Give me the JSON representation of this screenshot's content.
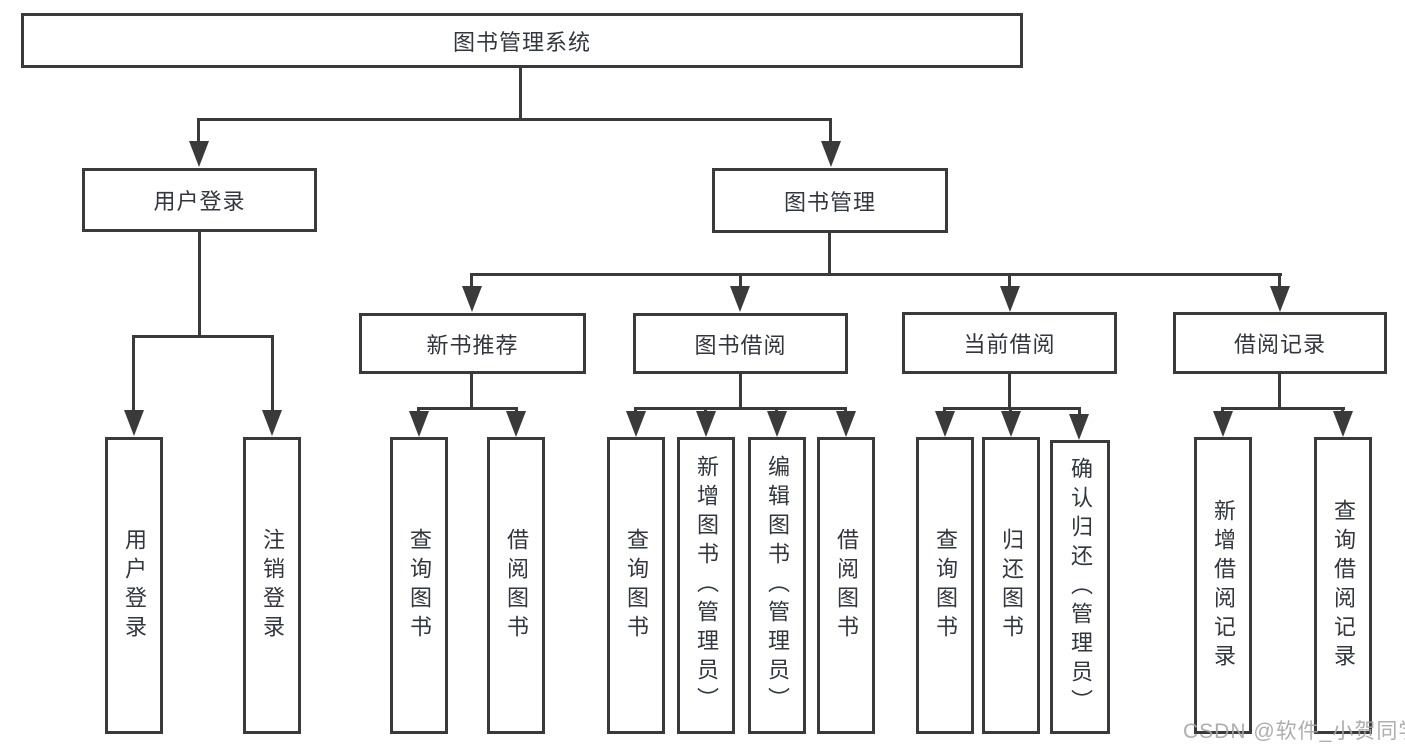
{
  "diagram": {
    "root": {
      "label": "图书管理系统"
    },
    "level1": [
      {
        "id": "user-login",
        "label": "用户登录"
      },
      {
        "id": "book-management",
        "label": "图书管理"
      }
    ],
    "level2": [
      {
        "id": "new-book-recommend",
        "label": "新书推荐"
      },
      {
        "id": "book-borrow",
        "label": "图书借阅"
      },
      {
        "id": "current-borrow",
        "label": "当前借阅"
      },
      {
        "id": "borrow-records",
        "label": "借阅记录"
      }
    ],
    "leaves": [
      {
        "label": "用户登录"
      },
      {
        "label": "注销登录"
      },
      {
        "label": "查询图书"
      },
      {
        "label": "借阅图书"
      },
      {
        "label": "查询图书"
      },
      {
        "label": "新增图书（管理员）"
      },
      {
        "label": "编辑图书（管理员）"
      },
      {
        "label": "借阅图书"
      },
      {
        "label": "查询图书"
      },
      {
        "label": "归还图书"
      },
      {
        "label": "确认归还（管理员）"
      },
      {
        "label": "新增借阅记录"
      },
      {
        "label": "查询借阅记录"
      }
    ]
  },
  "watermark": {
    "text": "CSDN @软件_小贺同学"
  },
  "colors": {
    "line": "#3a3a3a",
    "text": "#33363d",
    "background": "#ffffff",
    "watermark": "#a5a5a5"
  }
}
